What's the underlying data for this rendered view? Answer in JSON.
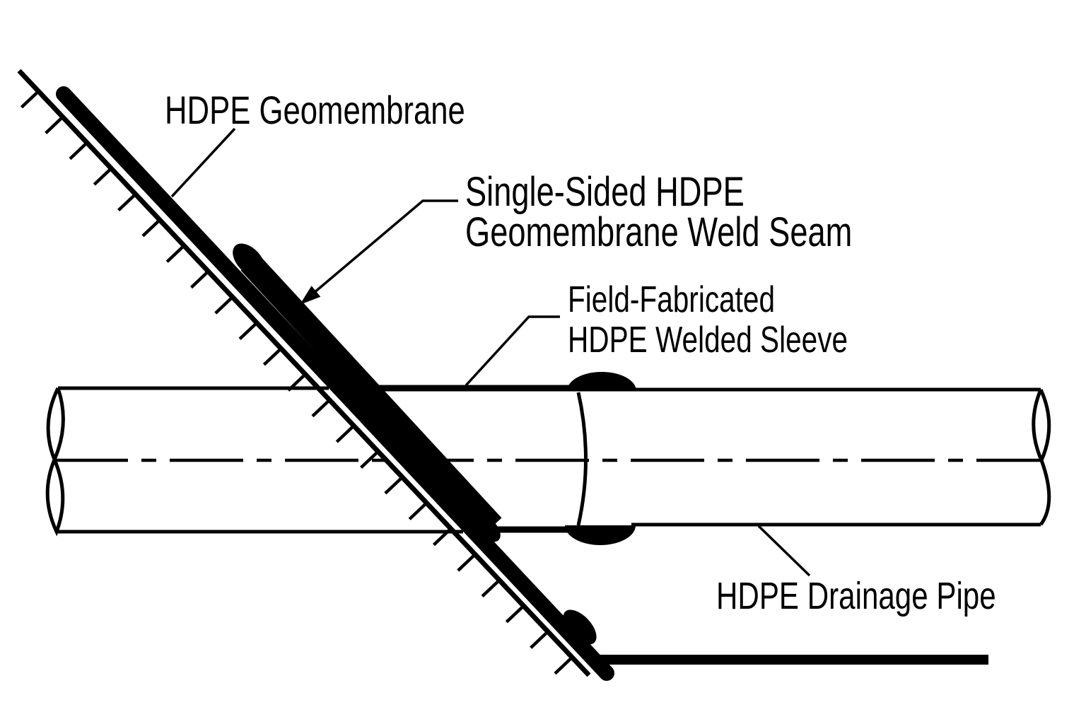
{
  "page": {
    "background": "#ffffff",
    "ink_color": "#000000",
    "description": "HDPE geomembrane pipe penetration detail drawing"
  },
  "labels": {
    "geomembrane": {
      "text": "HDPE Geomembrane"
    },
    "weld_seam": {
      "line1": "Single-Sided HDPE",
      "line2": "Geomembrane Weld Seam"
    },
    "sleeve": {
      "line1": "Field-Fabricated",
      "line2": "HDPE Welded Sleeve"
    },
    "drainage_pipe": {
      "text": "HDPE Drainage Pipe"
    }
  }
}
